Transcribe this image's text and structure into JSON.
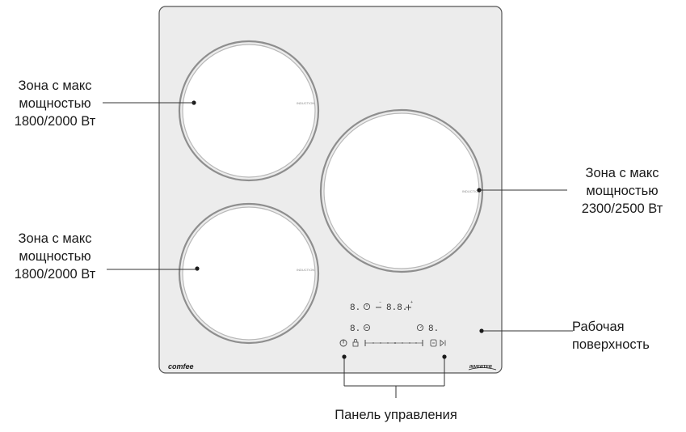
{
  "labels": {
    "zone_top_left": [
      "Зона с макс",
      "мощностью",
      "1800/2000 Вт"
    ],
    "zone_bottom_left": [
      "Зона с макс",
      "мощностью",
      "1800/2000 Вт"
    ],
    "zone_right": [
      "Зона с макс",
      "мощностью",
      "2300/2500 Вт"
    ],
    "work_surface": [
      "Рабочая",
      "поверхность"
    ],
    "control_panel": "Панель управления"
  },
  "hob": {
    "brand_logo": "comfee",
    "inverter_badge": "INVERTER",
    "zone_marker_text": "INDUCTION"
  },
  "control_panel": {
    "display_top_left": "8.",
    "display_top_mid": "8.8.",
    "display_bottom_left": "8.",
    "display_bottom_right": "8.",
    "icons": [
      "power-icon",
      "lock-icon",
      "timer-icon",
      "boost-icon",
      "pause-icon",
      "keep-warm-icon",
      "minus-icon",
      "plus-icon",
      "clock-icon"
    ]
  },
  "colors": {
    "glass": "#ececec",
    "ring": "#9a9a9a",
    "leader": "#333333"
  }
}
